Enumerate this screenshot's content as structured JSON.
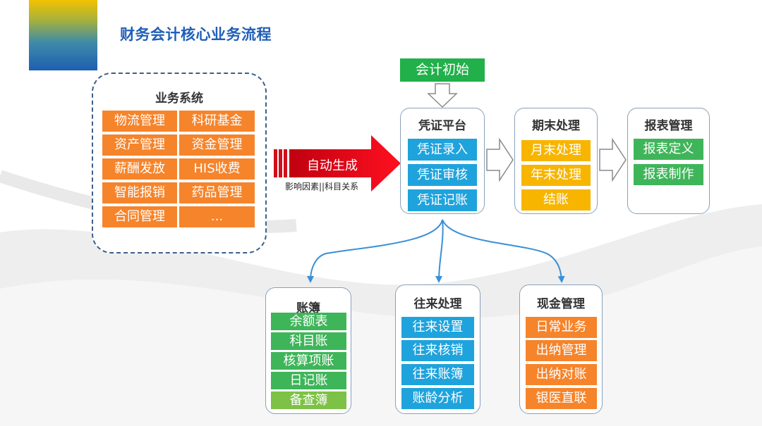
{
  "title": "财务会计核心业务流程",
  "business_system": {
    "title": "业务系统",
    "items": [
      "物流管理",
      "科研基金",
      "资产管理",
      "资金管理",
      "薪酬发放",
      "HIS收费",
      "智能报销",
      "药品管理",
      "合同管理",
      "..."
    ]
  },
  "arrow": {
    "label": "自动生成",
    "caption": "影响因素||科目关系"
  },
  "init": "会计初始",
  "voucher": {
    "title": "凭证平台",
    "items": [
      "凭证录入",
      "凭证审核",
      "凭证记账"
    ]
  },
  "period_end": {
    "title": "期末处理",
    "items": [
      "月末处理",
      "年末处理",
      "结账"
    ]
  },
  "report": {
    "title": "报表管理",
    "items": [
      "报表定义",
      "报表制作"
    ]
  },
  "ledger": {
    "title": "账簿",
    "items": [
      "余额表",
      "科目账",
      "核算项账",
      "日记账",
      "备查簿"
    ]
  },
  "transactions": {
    "title": "往来处理",
    "items": [
      "往来设置",
      "往来核销",
      "往来账簿",
      "账龄分析"
    ]
  },
  "cash": {
    "title": "现金管理",
    "items": [
      "日常业务",
      "出纳管理",
      "出纳对账",
      "银医直联"
    ]
  },
  "colors": {
    "title": "#1f5fb8",
    "orange": "#f6842b",
    "blue": "#1fa3dc",
    "yellow": "#f7b500",
    "green": "#3fb55a",
    "arrow_red": "#e60012"
  }
}
